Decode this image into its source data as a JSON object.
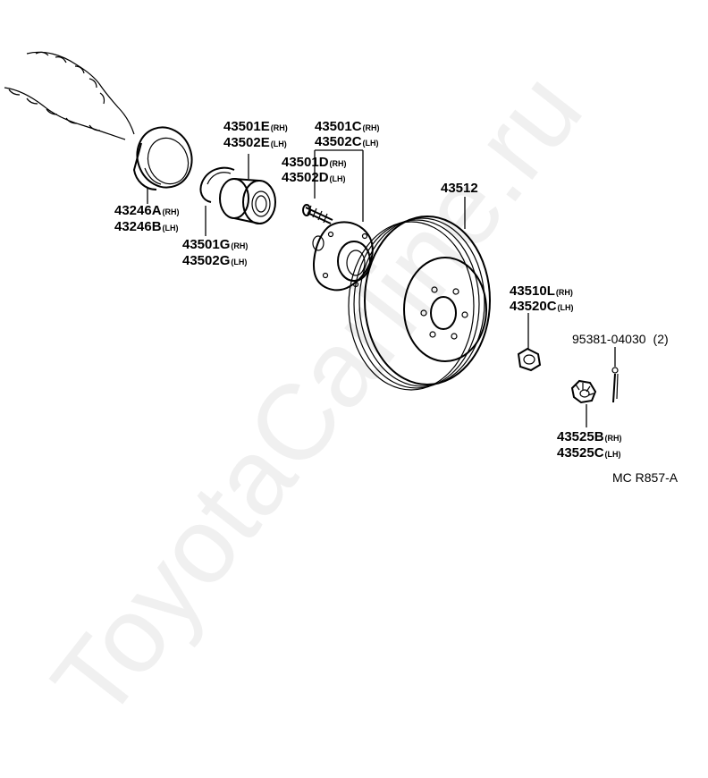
{
  "watermark": "ToyotaCarline.ru",
  "drawing_code": "MC R857-A",
  "callouts": {
    "seal": {
      "lines": [
        {
          "part": "43246A",
          "side": "(RH)"
        },
        {
          "part": "43246B",
          "side": "(LH)"
        }
      ]
    },
    "bearing": {
      "lines": [
        {
          "part": "43501E",
          "side": "(RH)"
        },
        {
          "part": "43502E",
          "side": "(LH)"
        }
      ]
    },
    "snap_ring": {
      "lines": [
        {
          "part": "43501G",
          "side": "(RH)"
        },
        {
          "part": "43502G",
          "side": "(LH)"
        }
      ]
    },
    "hub": {
      "lines": [
        {
          "part": "43501C",
          "side": "(RH)"
        },
        {
          "part": "43502C",
          "side": "(LH)"
        }
      ]
    },
    "hub_bolt": {
      "lines": [
        {
          "part": "43501D",
          "side": "(RH)"
        },
        {
          "part": "43502D",
          "side": "(LH)"
        }
      ]
    },
    "disc": {
      "lines": [
        {
          "part": "43512",
          "side": ""
        }
      ]
    },
    "nut": {
      "lines": [
        {
          "part": "43510L",
          "side": "(RH)"
        },
        {
          "part": "43520C",
          "side": "(LH)"
        }
      ]
    },
    "cotter_pin": {
      "lines": [
        {
          "part": "95381-04030",
          "side": "(2)"
        }
      ]
    },
    "lock_cap": {
      "lines": [
        {
          "part": "43525B",
          "side": "(RH)"
        },
        {
          "part": "43525C",
          "side": "(LH)"
        }
      ]
    }
  }
}
